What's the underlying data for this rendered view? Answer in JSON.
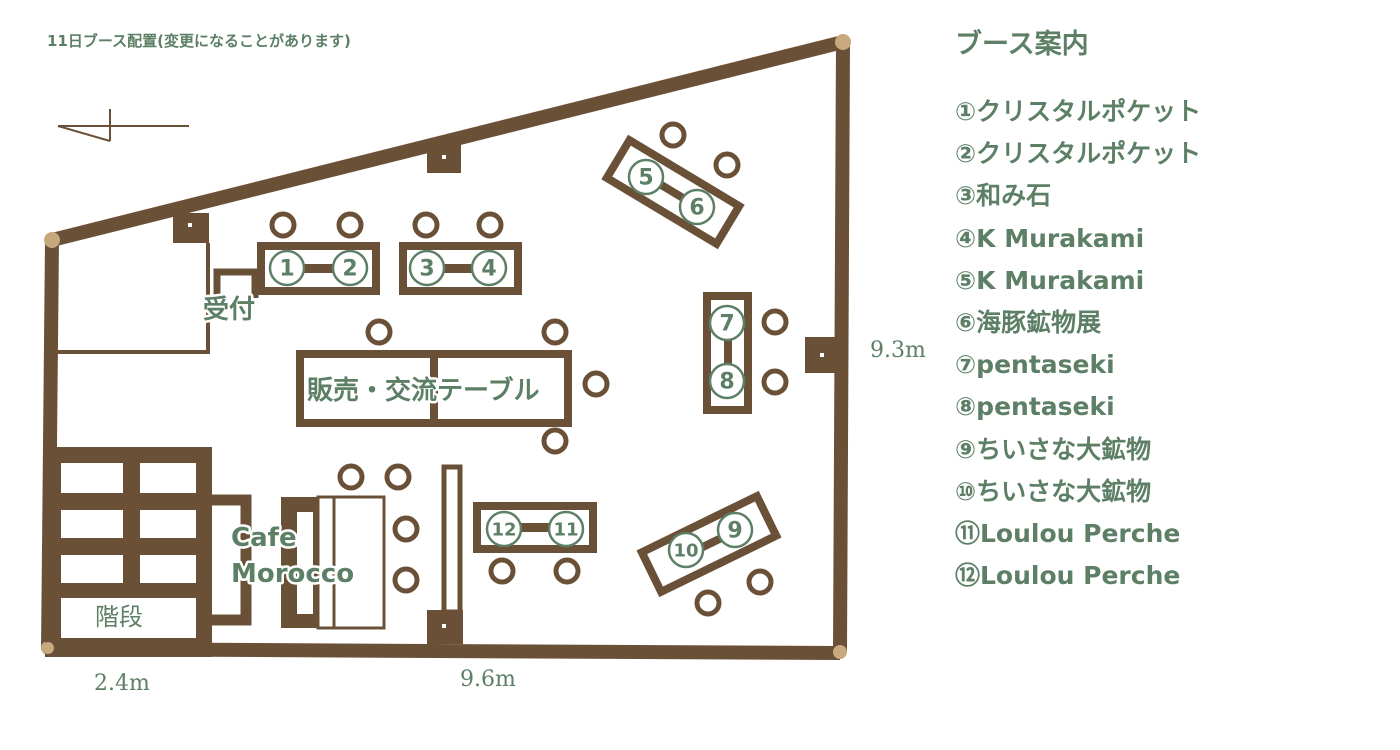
{
  "title": "11日ブース配置(変更になることがあります)",
  "legend": {
    "heading": "ブース案内",
    "items": [
      "①クリスタルポケット",
      "②クリスタルポケット",
      "③和み石",
      "④K Murakami",
      "⑤K Murakami",
      "⑥海豚鉱物展",
      "⑦pentaseki",
      "⑧pentaseki",
      "⑨ちいさな大鉱物",
      "⑩ちいさな大鉱物",
      "⑪Loulou Perche",
      "⑫Loulou Perche"
    ]
  },
  "plan": {
    "reception": "受付",
    "sales_table": "販売・交流テーブル",
    "cafe_line1": "Cafe",
    "cafe_line2": "Morocco",
    "stairs": "階段",
    "booth_numbers": [
      "1",
      "2",
      "3",
      "4",
      "5",
      "6",
      "7",
      "8",
      "9",
      "10",
      "11",
      "12"
    ],
    "dim_left": "2.4m",
    "dim_bottom": "9.6m",
    "dim_right": "9.3m"
  },
  "colors": {
    "wall": "#6b5038",
    "text": "#5c7f66",
    "corner": "#c8a97e"
  }
}
